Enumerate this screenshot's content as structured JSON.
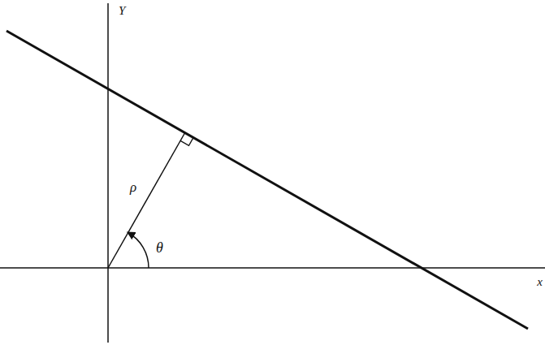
{
  "diagram": {
    "labels": [
      "Y",
      "x",
      "ρ",
      "θ"
    ]
  }
}
